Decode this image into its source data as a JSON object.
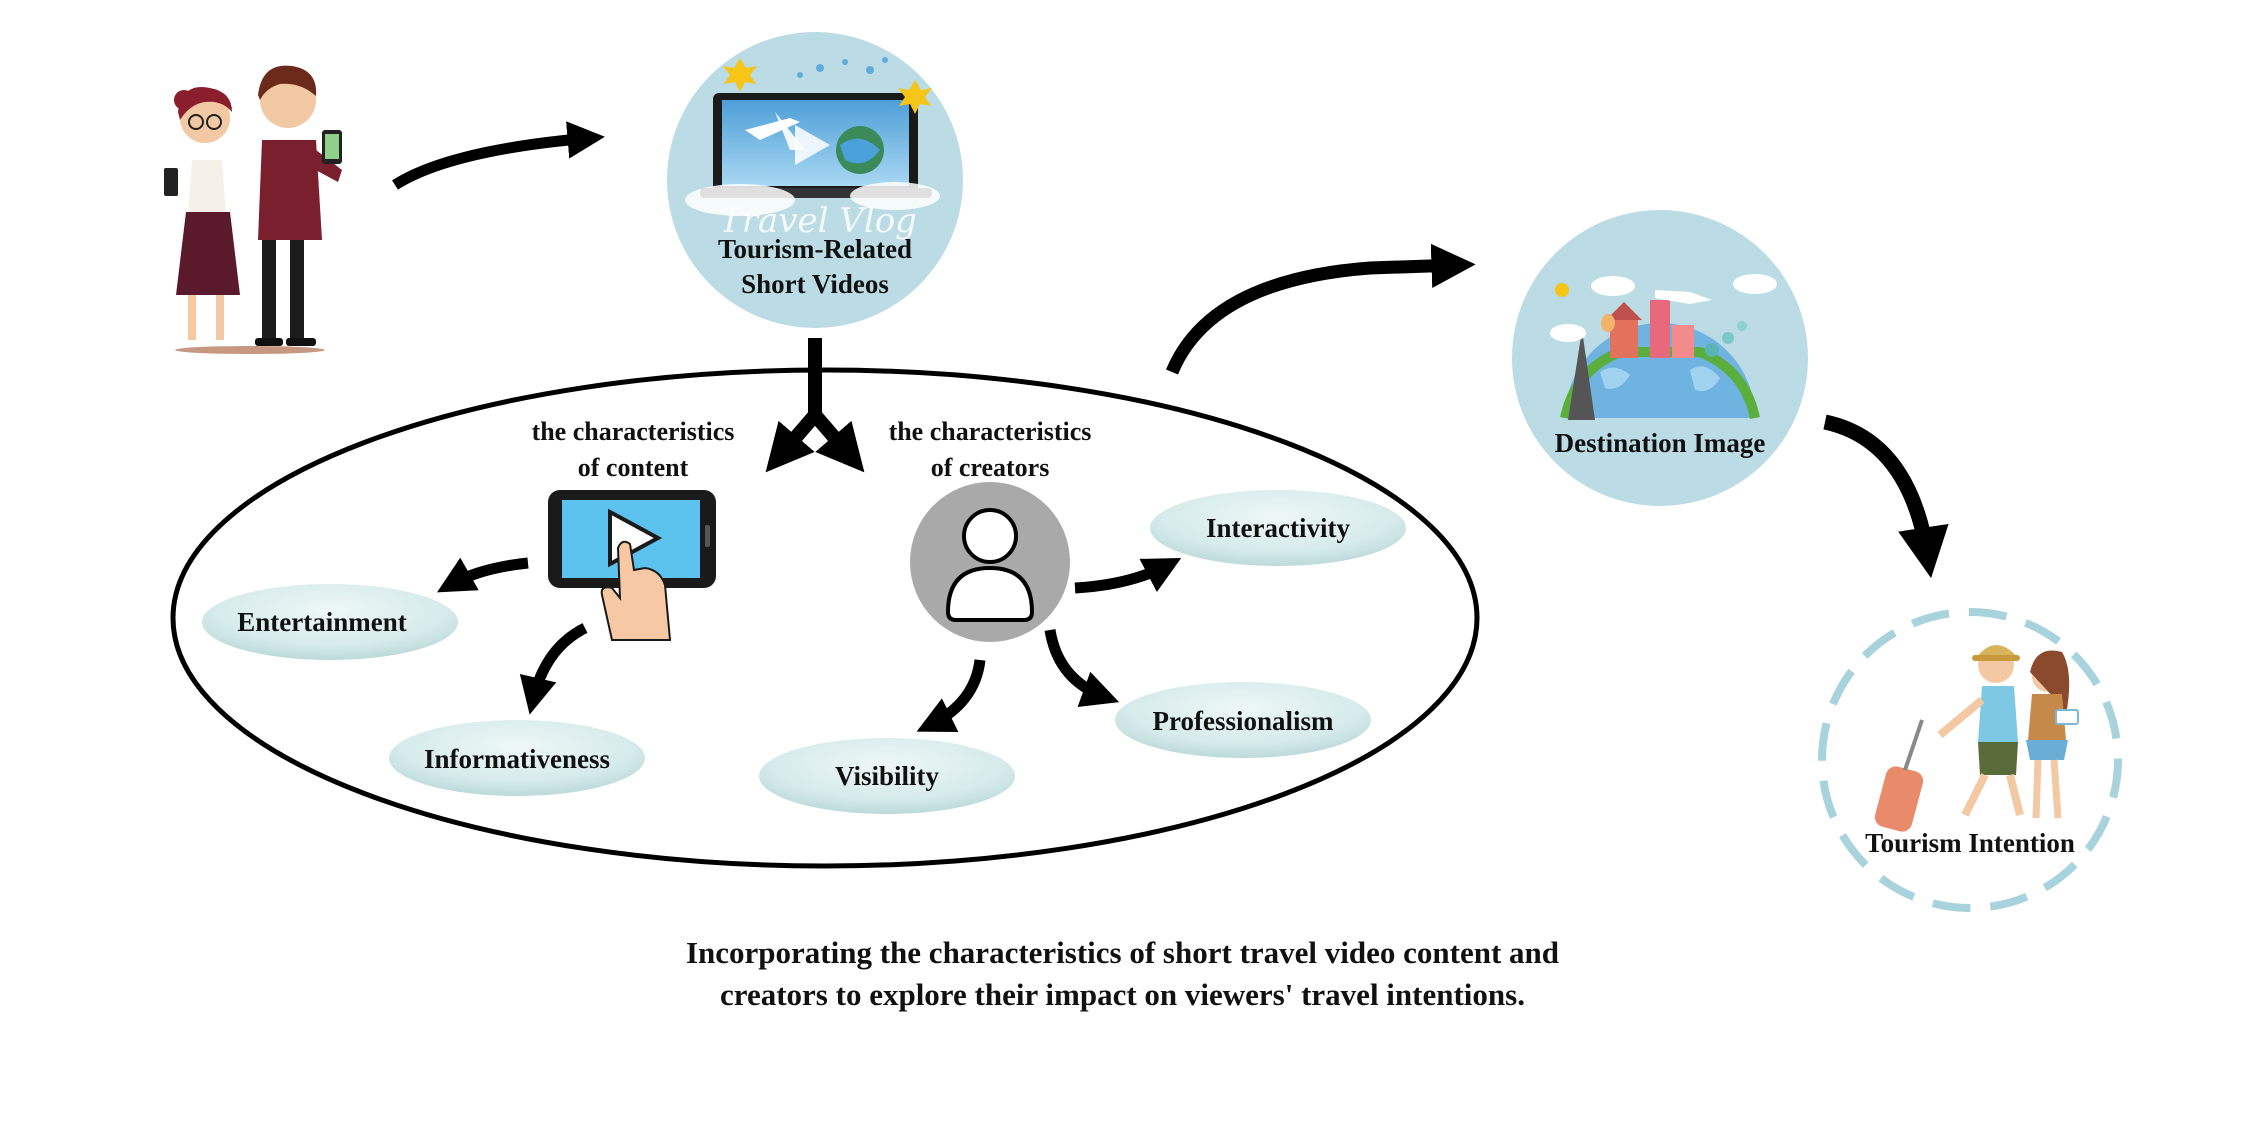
{
  "nodes": {
    "videos_line1": "Tourism-Related",
    "videos_line2": "Short Videos",
    "destination": "Destination Image",
    "intention": "Tourism Intention",
    "vlog_text": "Travel Vlog"
  },
  "groups": {
    "content_line1": "the characteristics",
    "content_line2": "of content",
    "creators_line1": "the characteristics",
    "creators_line2": "of creators"
  },
  "attributes": {
    "entertainment": "Entertainment",
    "informativeness": "Informativeness",
    "visibility": "Visibility",
    "professionalism": "Professionalism",
    "interactivity": "Interactivity"
  },
  "caption": {
    "line1": "Incorporating the characteristics of short travel video content and",
    "line2": "creators to explore their impact on viewers' travel intentions."
  },
  "colors": {
    "node_circle": "#bcdce5",
    "attribute_fill": "#d6ebeb",
    "arrow": "#000000",
    "user_icon_bg": "#a9a9a9",
    "tablet_screen": "#5bc2ee",
    "dashed_ring": "#a9d3dc"
  }
}
